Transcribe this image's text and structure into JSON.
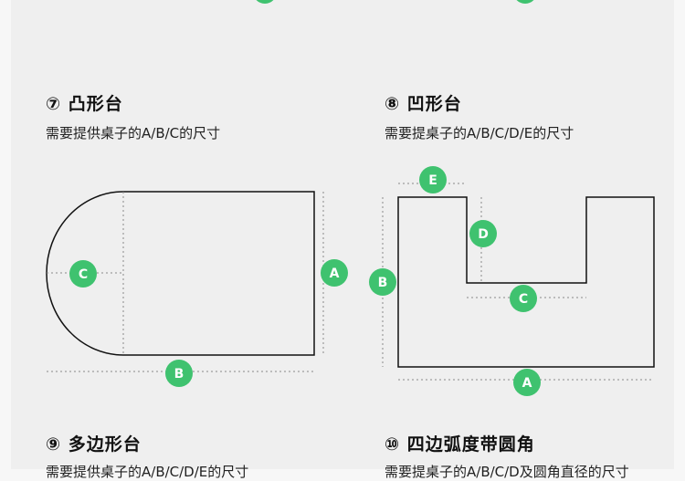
{
  "sections": [
    {
      "title": "⑦ 凸形台",
      "subtitle": "需要提供桌子的A/B/C的尺寸",
      "labels": [
        "A",
        "B",
        "C"
      ]
    },
    {
      "title": "⑧ 凹形台",
      "subtitle": "需要提桌子的A/B/C/D/E的尺寸",
      "labels": [
        "A",
        "B",
        "C",
        "D",
        "E"
      ]
    },
    {
      "title": "⑨ 多边形台",
      "subtitle": "需要提供桌子的A/B/C/D/E的尺寸"
    },
    {
      "title": "⑩ 四边弧度带圆角",
      "subtitle": "需要提桌子的A/B/C/D及圆角直径的尺寸"
    }
  ],
  "colors": {
    "badge": "#3fc26f",
    "line": "#111111",
    "background": "#efefef"
  }
}
